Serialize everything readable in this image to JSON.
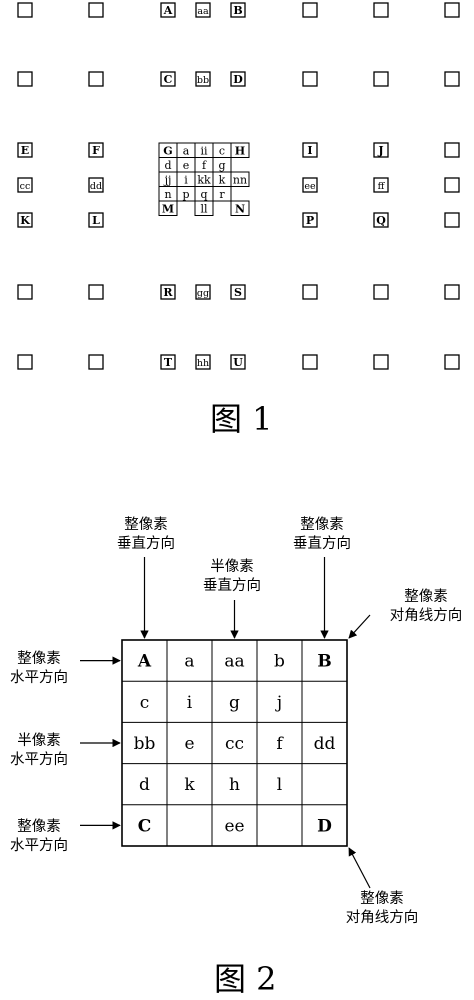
{
  "figure1": {
    "caption": "图 1",
    "top_rows": [
      [
        "",
        "",
        "A",
        "aa",
        "B",
        "",
        "",
        ""
      ],
      [
        "",
        "",
        "C",
        "bb",
        "D",
        "",
        "",
        ""
      ]
    ],
    "middle_rows": [
      [
        "E",
        "F",
        "",
        "",
        "",
        "I",
        "J",
        ""
      ],
      [
        "cc",
        "dd",
        "",
        "",
        "",
        "ee",
        "ff",
        ""
      ],
      [
        "K",
        "L",
        "",
        "",
        "",
        "P",
        "Q",
        ""
      ]
    ],
    "center_grid": [
      [
        "G",
        "a",
        "ii",
        "c",
        "H"
      ],
      [
        "d",
        "e",
        "f",
        "g",
        ""
      ],
      [
        "jj",
        "i",
        "kk",
        "k",
        "nn"
      ],
      [
        "n",
        "p",
        "q",
        "r",
        ""
      ],
      [
        "M",
        "",
        "ll",
        "",
        "N"
      ]
    ],
    "bottom_rows": [
      [
        "",
        "",
        "R",
        "gg",
        "S",
        "",
        "",
        ""
      ],
      [
        "",
        "",
        "T",
        "hh",
        "U",
        "",
        "",
        ""
      ]
    ],
    "bold_labels": [
      "A",
      "B",
      "C",
      "D",
      "E",
      "F",
      "G",
      "H",
      "I",
      "J",
      "K",
      "L",
      "M",
      "N",
      "P",
      "Q",
      "R",
      "S",
      "T",
      "U"
    ]
  },
  "figure2": {
    "caption": "图 2",
    "grid": [
      [
        "A",
        "a",
        "aa",
        "b",
        "B"
      ],
      [
        "c",
        "i",
        "g",
        "j",
        ""
      ],
      [
        "bb",
        "e",
        "cc",
        "f",
        "dd"
      ],
      [
        "d",
        "k",
        "h",
        "l",
        ""
      ],
      [
        "C",
        "",
        "ee",
        "",
        "D"
      ]
    ],
    "bold_labels": [
      "A",
      "B",
      "C",
      "D"
    ],
    "annotations": {
      "top_left": [
        "整像素",
        "垂直方向"
      ],
      "top_middle": [
        "半像素",
        "垂直方向"
      ],
      "top_right": [
        "整像素",
        "垂直方向"
      ],
      "diag_top": [
        "整像素",
        "对角线方向"
      ],
      "left_row1": [
        "整像素",
        "水平方向"
      ],
      "left_row3": [
        "半像素",
        "水平方向"
      ],
      "left_row5": [
        "整像素",
        "水平方向"
      ],
      "diag_bottom": [
        "整像素",
        "对角线方向"
      ]
    }
  }
}
